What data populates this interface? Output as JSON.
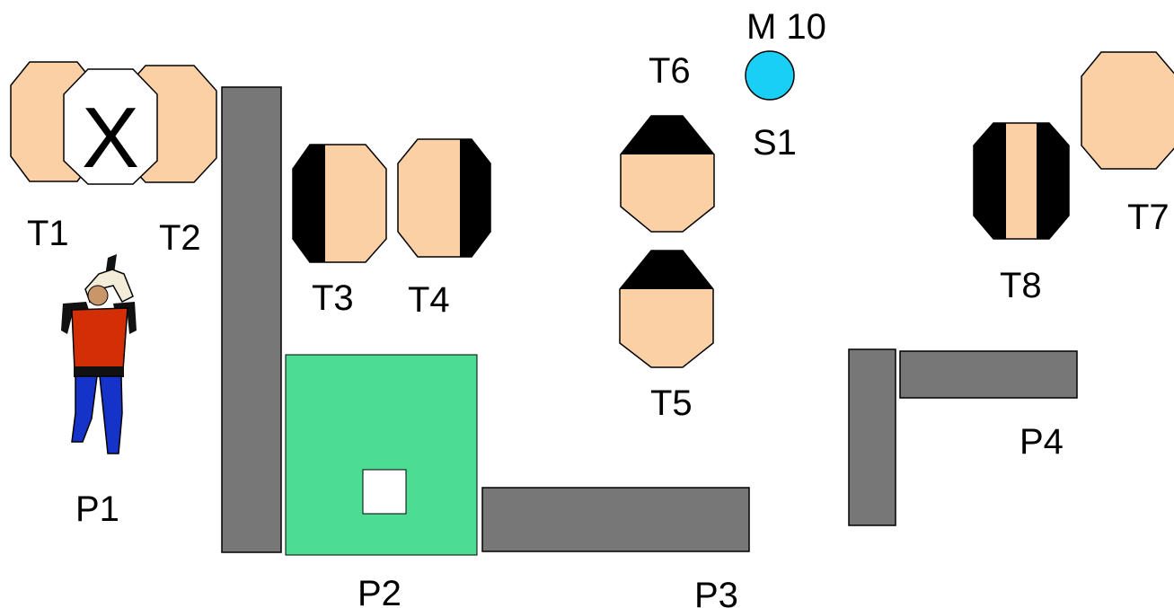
{
  "colors": {
    "target_face": "#fbd0a4",
    "no_shoot": "#ffffff",
    "wall": "#777777",
    "port_box": "#4cdc94",
    "steel": "#19cff5",
    "shooter_shirt": "#d32f07",
    "shooter_pants": "#1533c8"
  },
  "targets": [
    {
      "id": "t1",
      "label": "T1",
      "hardcover": "none"
    },
    {
      "id": "t2",
      "label": "T2",
      "hardcover": "none"
    },
    {
      "id": "t3",
      "label": "T3",
      "hardcover": "left-half"
    },
    {
      "id": "t4",
      "label": "T4",
      "hardcover": "right-edge"
    },
    {
      "id": "t5",
      "label": "T5",
      "hardcover": "top"
    },
    {
      "id": "t6",
      "label": "T6",
      "hardcover": "top"
    },
    {
      "id": "t7",
      "label": "T7",
      "hardcover": "none"
    },
    {
      "id": "t8",
      "label": "T8",
      "hardcover": "both-sides"
    }
  ],
  "no_shoot": {
    "mark": "X"
  },
  "steel": {
    "label": "S1",
    "tag": "M 10"
  },
  "props": {
    "shooter": {
      "label": "P1"
    },
    "box": {
      "label": "P2"
    },
    "low_wall": {
      "label": "P3"
    },
    "l_wall": {
      "label": "P4"
    }
  }
}
